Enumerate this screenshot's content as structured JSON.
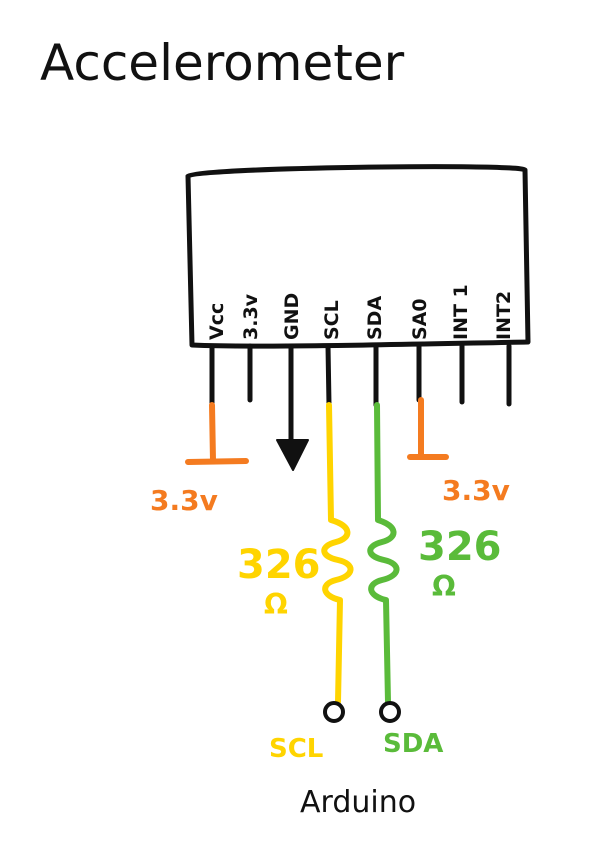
{
  "title": "Accelerometer",
  "pins": [
    "Vcc",
    "3.3v",
    "GND",
    "SCL",
    "SDA",
    "SA0",
    "INT 1",
    "INT2"
  ],
  "supply_labels": {
    "left": "3.3v",
    "right": "3.3v"
  },
  "resistors": {
    "scl": {
      "value": "326",
      "unit": "Ω"
    },
    "sda": {
      "value": "326",
      "unit": "Ω"
    }
  },
  "terminals": {
    "scl": "SCL",
    "sda": "SDA"
  },
  "bottom_label": "Arduino",
  "colors": {
    "ink": "#111111",
    "supply": "#f47b20",
    "scl": "#ffd400",
    "sda": "#5abb3a"
  }
}
